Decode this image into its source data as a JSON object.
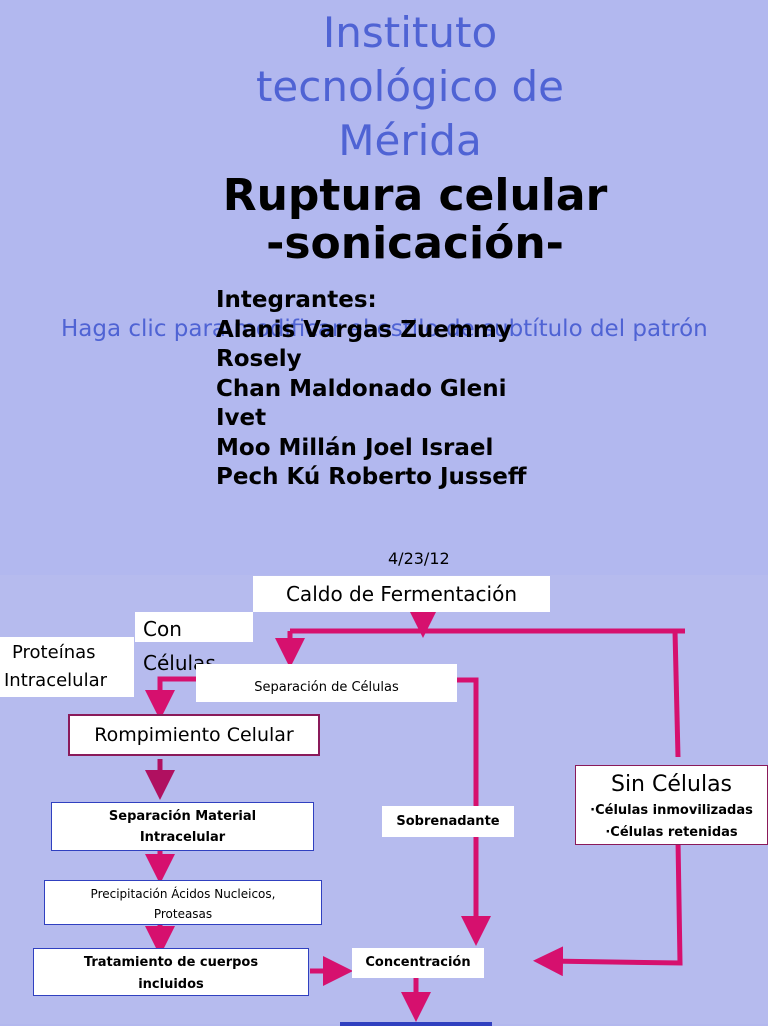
{
  "title_slide": {
    "institution_lines": [
      "Instituto",
      "tecnológico de",
      "Mérida"
    ],
    "title_lines": [
      "Ruptura celular",
      "-sonicación-"
    ],
    "subtitle_placeholder": "Haga clic para modificar el estilo de subtítulo del patrón",
    "members_heading": "Integrantes:",
    "members_lines": [
      "Alanis Vargas Zuemmy",
      "Rosely",
      "Chan Maldonado Gleni",
      "Ivet",
      "Moo Millán Joel Israel",
      "Pech Kú Roberto Jusseff"
    ],
    "date": "4/23/12"
  },
  "flowchart": {
    "caldo": "Caldo de Fermentación",
    "con_celulas_lines": [
      "Con",
      "Células"
    ],
    "proteinas_lines": [
      "Proteínas",
      "Intracelular"
    ],
    "separacion_celulas": "Separación de Células",
    "rompimiento": "Rompimiento Celular",
    "separacion_material_lines": [
      "Separación Material",
      "Intracelular"
    ],
    "precipitacion_lines": [
      "Precipitación  Ácidos Nucleicos,",
      "Proteasas"
    ],
    "tratamiento_lines": [
      "Tratamiento de cuerpos",
      "incluidos"
    ],
    "sobrenadante": "Sobrenadante",
    "concentracion": "Concentración",
    "sin_celulas": "Sin Células",
    "sin_celulas_items": [
      "·Células inmovilizadas",
      "·Células retenidas"
    ]
  },
  "colors": {
    "title_blue": "#4f63d4",
    "arrow_magenta": "#d6106e",
    "arrow_dark": "#b01060",
    "box_border_purple": "#8a1a5a"
  }
}
